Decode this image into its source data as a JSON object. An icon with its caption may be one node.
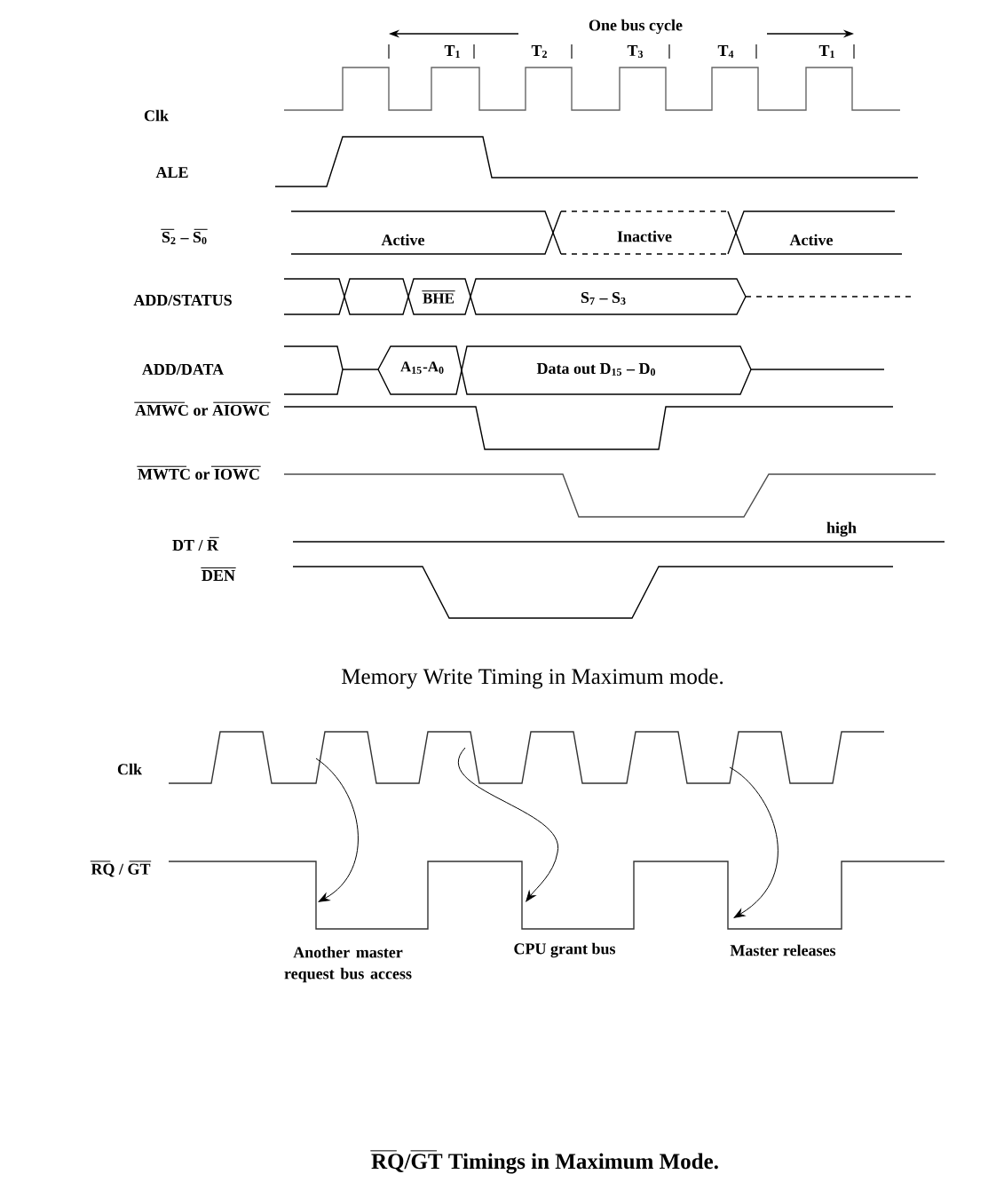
{
  "diagram": {
    "caption": "RQ/GT Timings in Maximum Mode.",
    "labels": [
      "One bus cycle",
      "T$_{1}$",
      "T$_{2}$",
      "T$_{3}$",
      "T$_{4}$",
      "T$_{1}$",
      "Clk",
      "ALE",
      "S$_{2}$ – S$_{0}$",
      "Active",
      "Inactive",
      "Active",
      "ADD/STATUS",
      "BHE",
      "S$_{7}$ – S$_{3}$",
      "ADD/DATA",
      "A$_{15}$-A$_{0}$",
      "Data out D$_{15}$ – D$_{0}$",
      "AMWC or AIOWC",
      "MWTC or IOWC",
      "DT / R",
      "high",
      "DEN",
      "Memory Write Timing in Maximum mode.",
      "Clk",
      "RQ / GT",
      "Another master request bus access",
      "CPU grant bus",
      "Master releases"
    ]
  }
}
